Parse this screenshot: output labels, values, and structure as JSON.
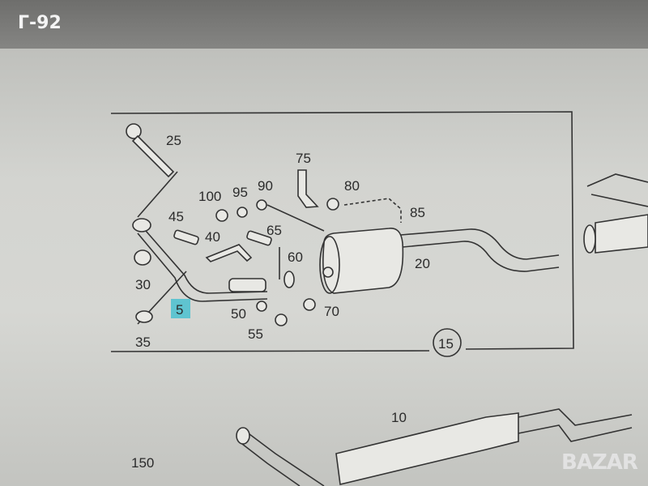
{
  "listing_tag": "Г-92",
  "diagram": {
    "callouts": {
      "p25": "25",
      "p100": "100",
      "p95": "95",
      "p90": "90",
      "p75": "75",
      "p80": "80",
      "p85": "85",
      "p45": "45",
      "p40": "40",
      "p65": "65",
      "p60": "60",
      "p20": "20",
      "p30": "30",
      "p5": "5",
      "p50": "50",
      "p55": "55",
      "p70": "70",
      "p35": "35",
      "p15": "15",
      "p10": "10",
      "p150": "150"
    },
    "highlighted_part": "5",
    "highlight_color": "#5fc4d0"
  },
  "watermark": "BAZAR"
}
